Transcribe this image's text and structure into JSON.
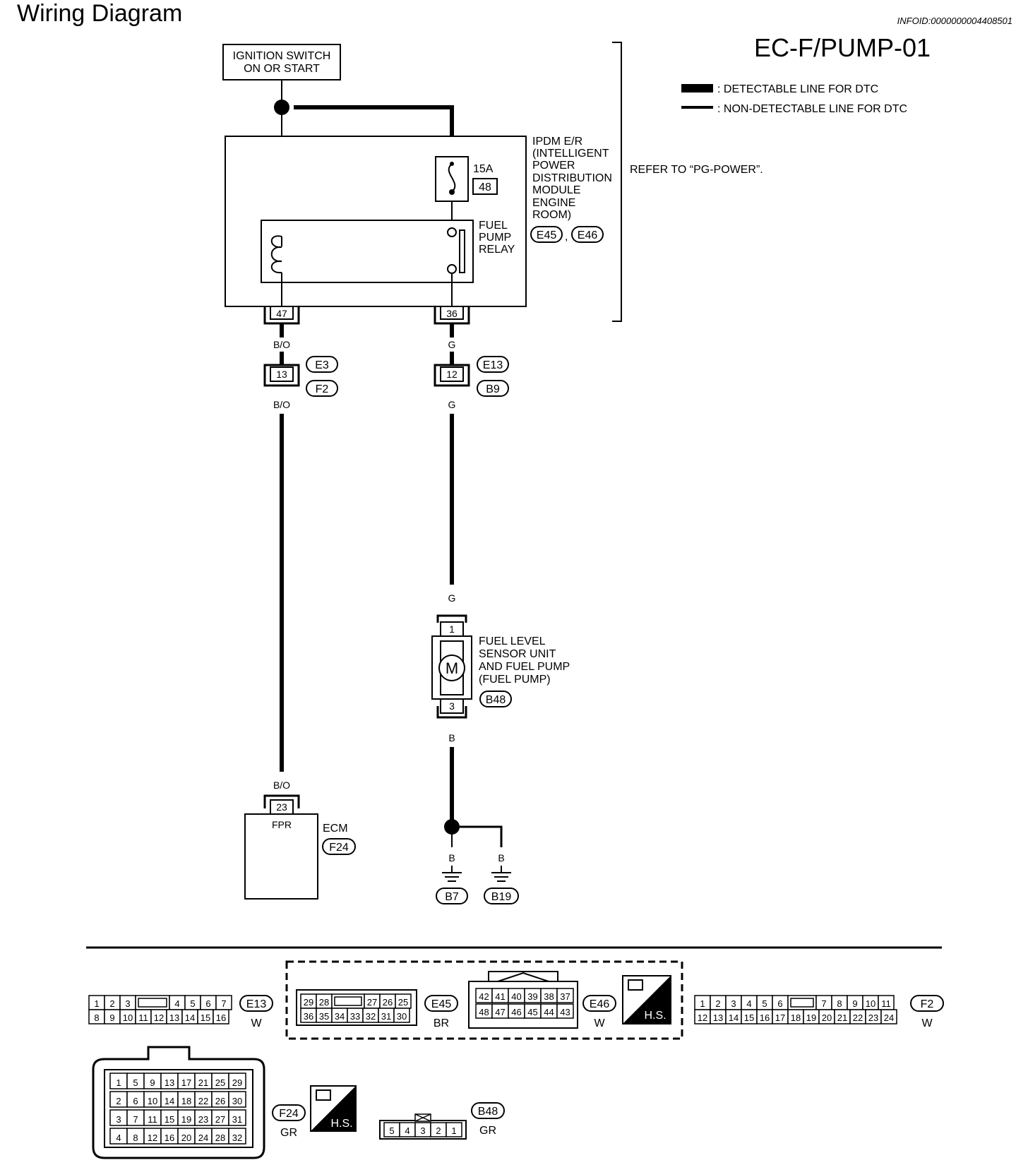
{
  "header": {
    "title": "Wiring Diagram",
    "info_id": "INFOID:0000000004408501",
    "diagram_code": "EC-F/PUMP-01"
  },
  "legend": {
    "detectable": ": DETECTABLE LINE FOR DTC",
    "non_detectable": ": NON-DETECTABLE LINE FOR DTC"
  },
  "ignition": {
    "line1": "IGNITION SWITCH",
    "line2": "ON OR START"
  },
  "ipdm": {
    "lines": [
      "IPDM E/R",
      "(INTELLIGENT",
      "POWER",
      "DISTRIBUTION",
      "MODULE",
      "ENGINE",
      "ROOM)"
    ],
    "connectors": [
      "E45",
      "E46"
    ],
    "comma": ",",
    "refer": "REFER TO “PG-POWER”.",
    "fuse_amp": "15A",
    "fuse_no": "48",
    "relay_lines": [
      "FUEL",
      "PUMP",
      "RELAY"
    ],
    "pin_left": "47",
    "pin_right": "36"
  },
  "wires": {
    "left_color": "B/O",
    "right_color": "G",
    "ground_color": "B"
  },
  "joints": {
    "left_pin": "13",
    "left_connectors": [
      "E3",
      "F2"
    ],
    "right_pin": "12",
    "right_connectors": [
      "E13",
      "B9"
    ]
  },
  "fuel_pump": {
    "lines": [
      "FUEL LEVEL",
      "SENSOR UNIT",
      "AND FUEL PUMP",
      "(FUEL PUMP)"
    ],
    "motor": "M",
    "pin_top": "1",
    "pin_bottom": "3",
    "connector": "B48"
  },
  "ecm": {
    "label": "ECM",
    "connector": "F24",
    "pin": "23",
    "terminal": "FPR"
  },
  "grounds": [
    "B7",
    "B19"
  ],
  "bottom_connectors": {
    "e13": {
      "id": "E13",
      "color": "W",
      "row1": [
        "1",
        "2",
        "3",
        "",
        "4",
        "5",
        "6",
        "7"
      ],
      "row2": [
        "8",
        "9",
        "10",
        "11",
        "12",
        "13",
        "14",
        "15",
        "16"
      ]
    },
    "e45": {
      "id": "E45",
      "color": "BR",
      "row1": [
        "29",
        "28",
        "",
        "27",
        "26",
        "25"
      ],
      "row2": [
        "36",
        "35",
        "34",
        "33",
        "32",
        "31",
        "30"
      ]
    },
    "e46": {
      "id": "E46",
      "color": "W",
      "row1": [
        "42",
        "41",
        "40",
        "39",
        "38",
        "37"
      ],
      "row2": [
        "48",
        "47",
        "46",
        "45",
        "44",
        "43"
      ]
    },
    "hs": "H.S.",
    "f2": {
      "id": "F2",
      "color": "W",
      "row1": [
        "1",
        "2",
        "3",
        "4",
        "5",
        "6",
        "",
        "7",
        "8",
        "9",
        "10",
        "11"
      ],
      "row2": [
        "12",
        "13",
        "14",
        "15",
        "16",
        "17",
        "18",
        "19",
        "20",
        "21",
        "22",
        "23",
        "24"
      ]
    },
    "f24": {
      "id": "F24",
      "color": "GR",
      "rows": [
        [
          "1",
          "5",
          "9",
          "13",
          "17",
          "21",
          "25",
          "29"
        ],
        [
          "2",
          "6",
          "10",
          "14",
          "18",
          "22",
          "26",
          "30"
        ],
        [
          "3",
          "7",
          "11",
          "15",
          "19",
          "23",
          "27",
          "31"
        ],
        [
          "4",
          "8",
          "12",
          "16",
          "20",
          "24",
          "28",
          "32"
        ]
      ]
    },
    "b48": {
      "id": "B48",
      "color": "GR",
      "row": [
        "5",
        "4",
        "3",
        "2",
        "1"
      ]
    }
  }
}
